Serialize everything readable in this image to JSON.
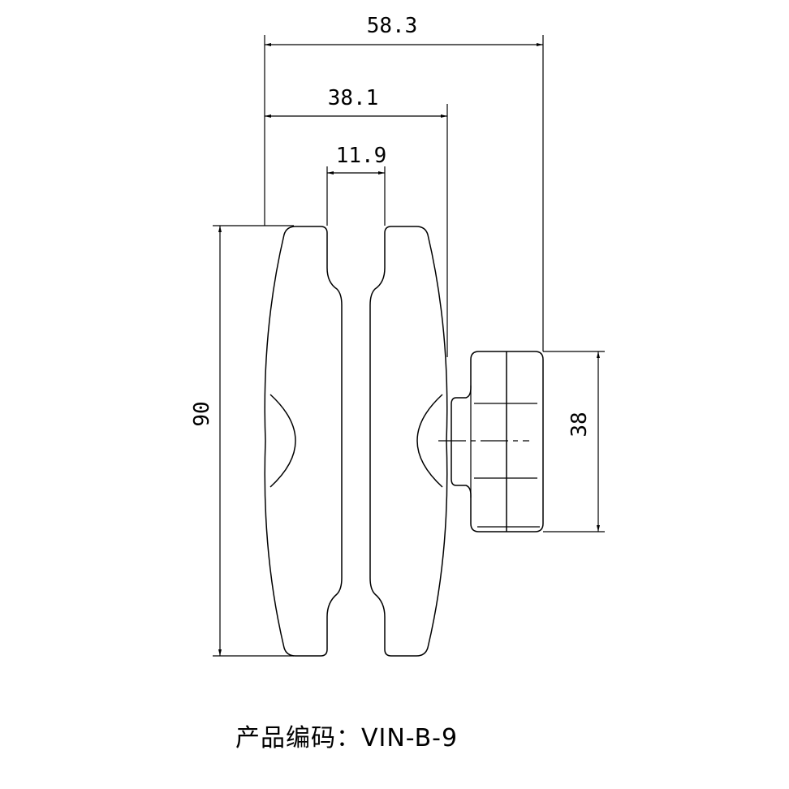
{
  "drawing": {
    "dimensions": {
      "overall_width": "58.3",
      "wheel_width": "38.1",
      "groove_width": "11.9",
      "wheel_height": "90",
      "mount_height": "38"
    }
  },
  "caption": {
    "label": "产品编码：",
    "code": "VIN-B-9"
  }
}
